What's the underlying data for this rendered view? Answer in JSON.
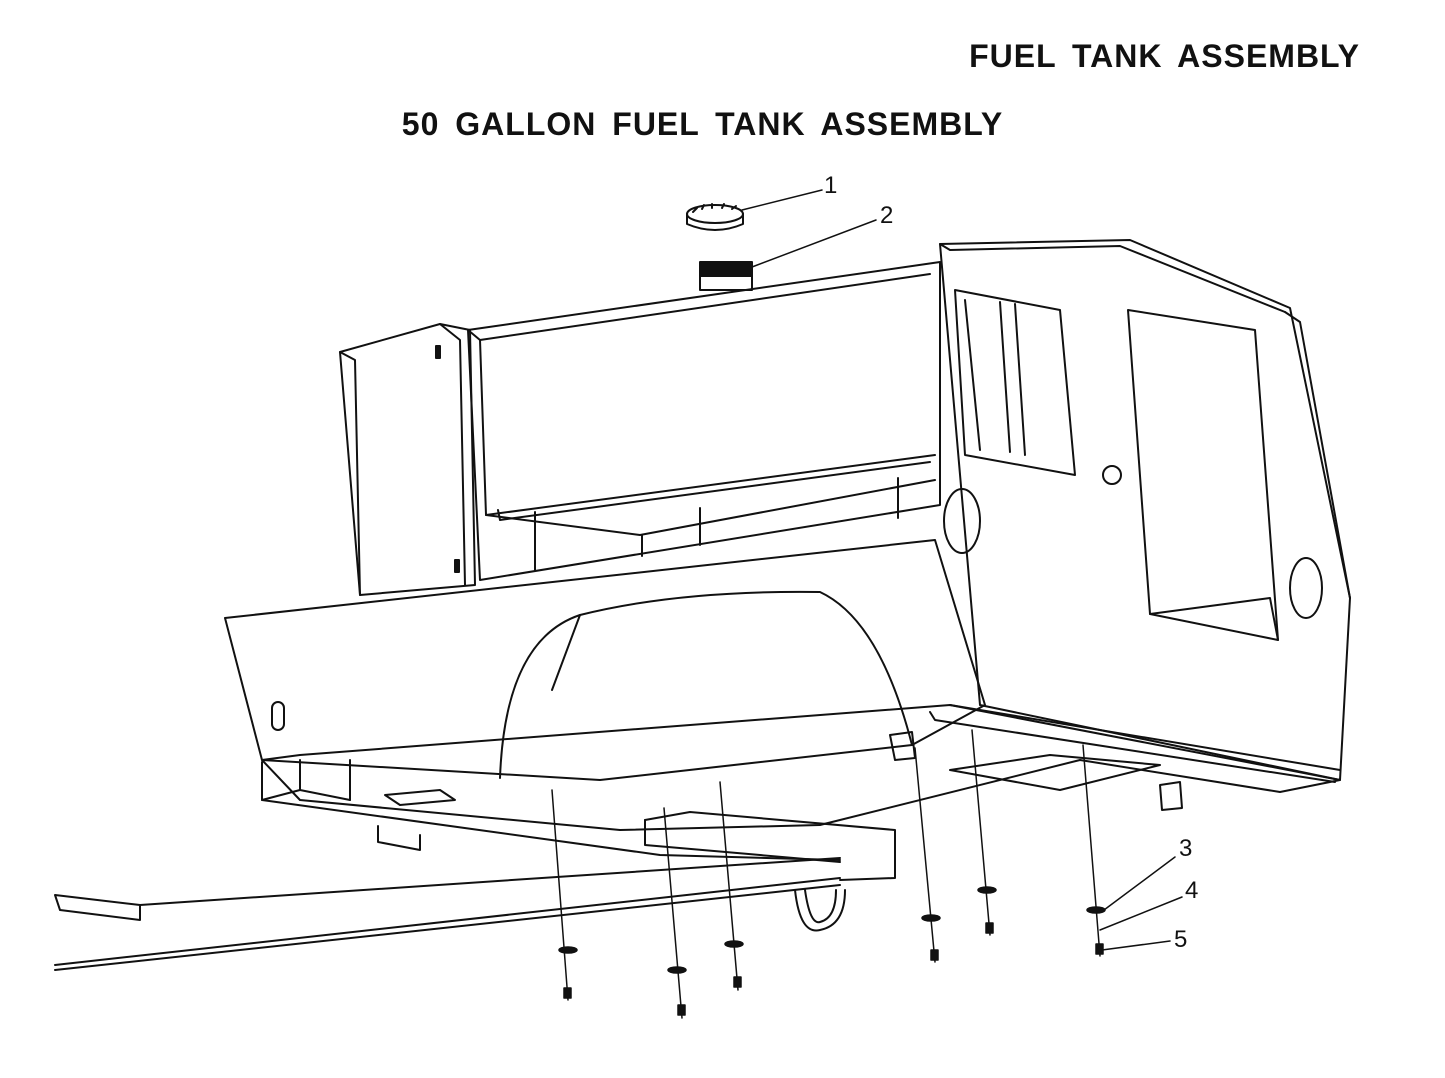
{
  "header": {
    "title": "FUEL TANK ASSEMBLY"
  },
  "diagram": {
    "title": "50 GALLON FUEL TANK ASSEMBLY",
    "callouts": [
      {
        "number": "1",
        "part": "fuel-cap"
      },
      {
        "number": "2",
        "part": "filler-neck"
      },
      {
        "number": "3",
        "part": "washer"
      },
      {
        "number": "4",
        "part": "lock-washer"
      },
      {
        "number": "5",
        "part": "bolt"
      }
    ]
  },
  "colors": {
    "line": "#111111",
    "background": "#ffffff"
  }
}
